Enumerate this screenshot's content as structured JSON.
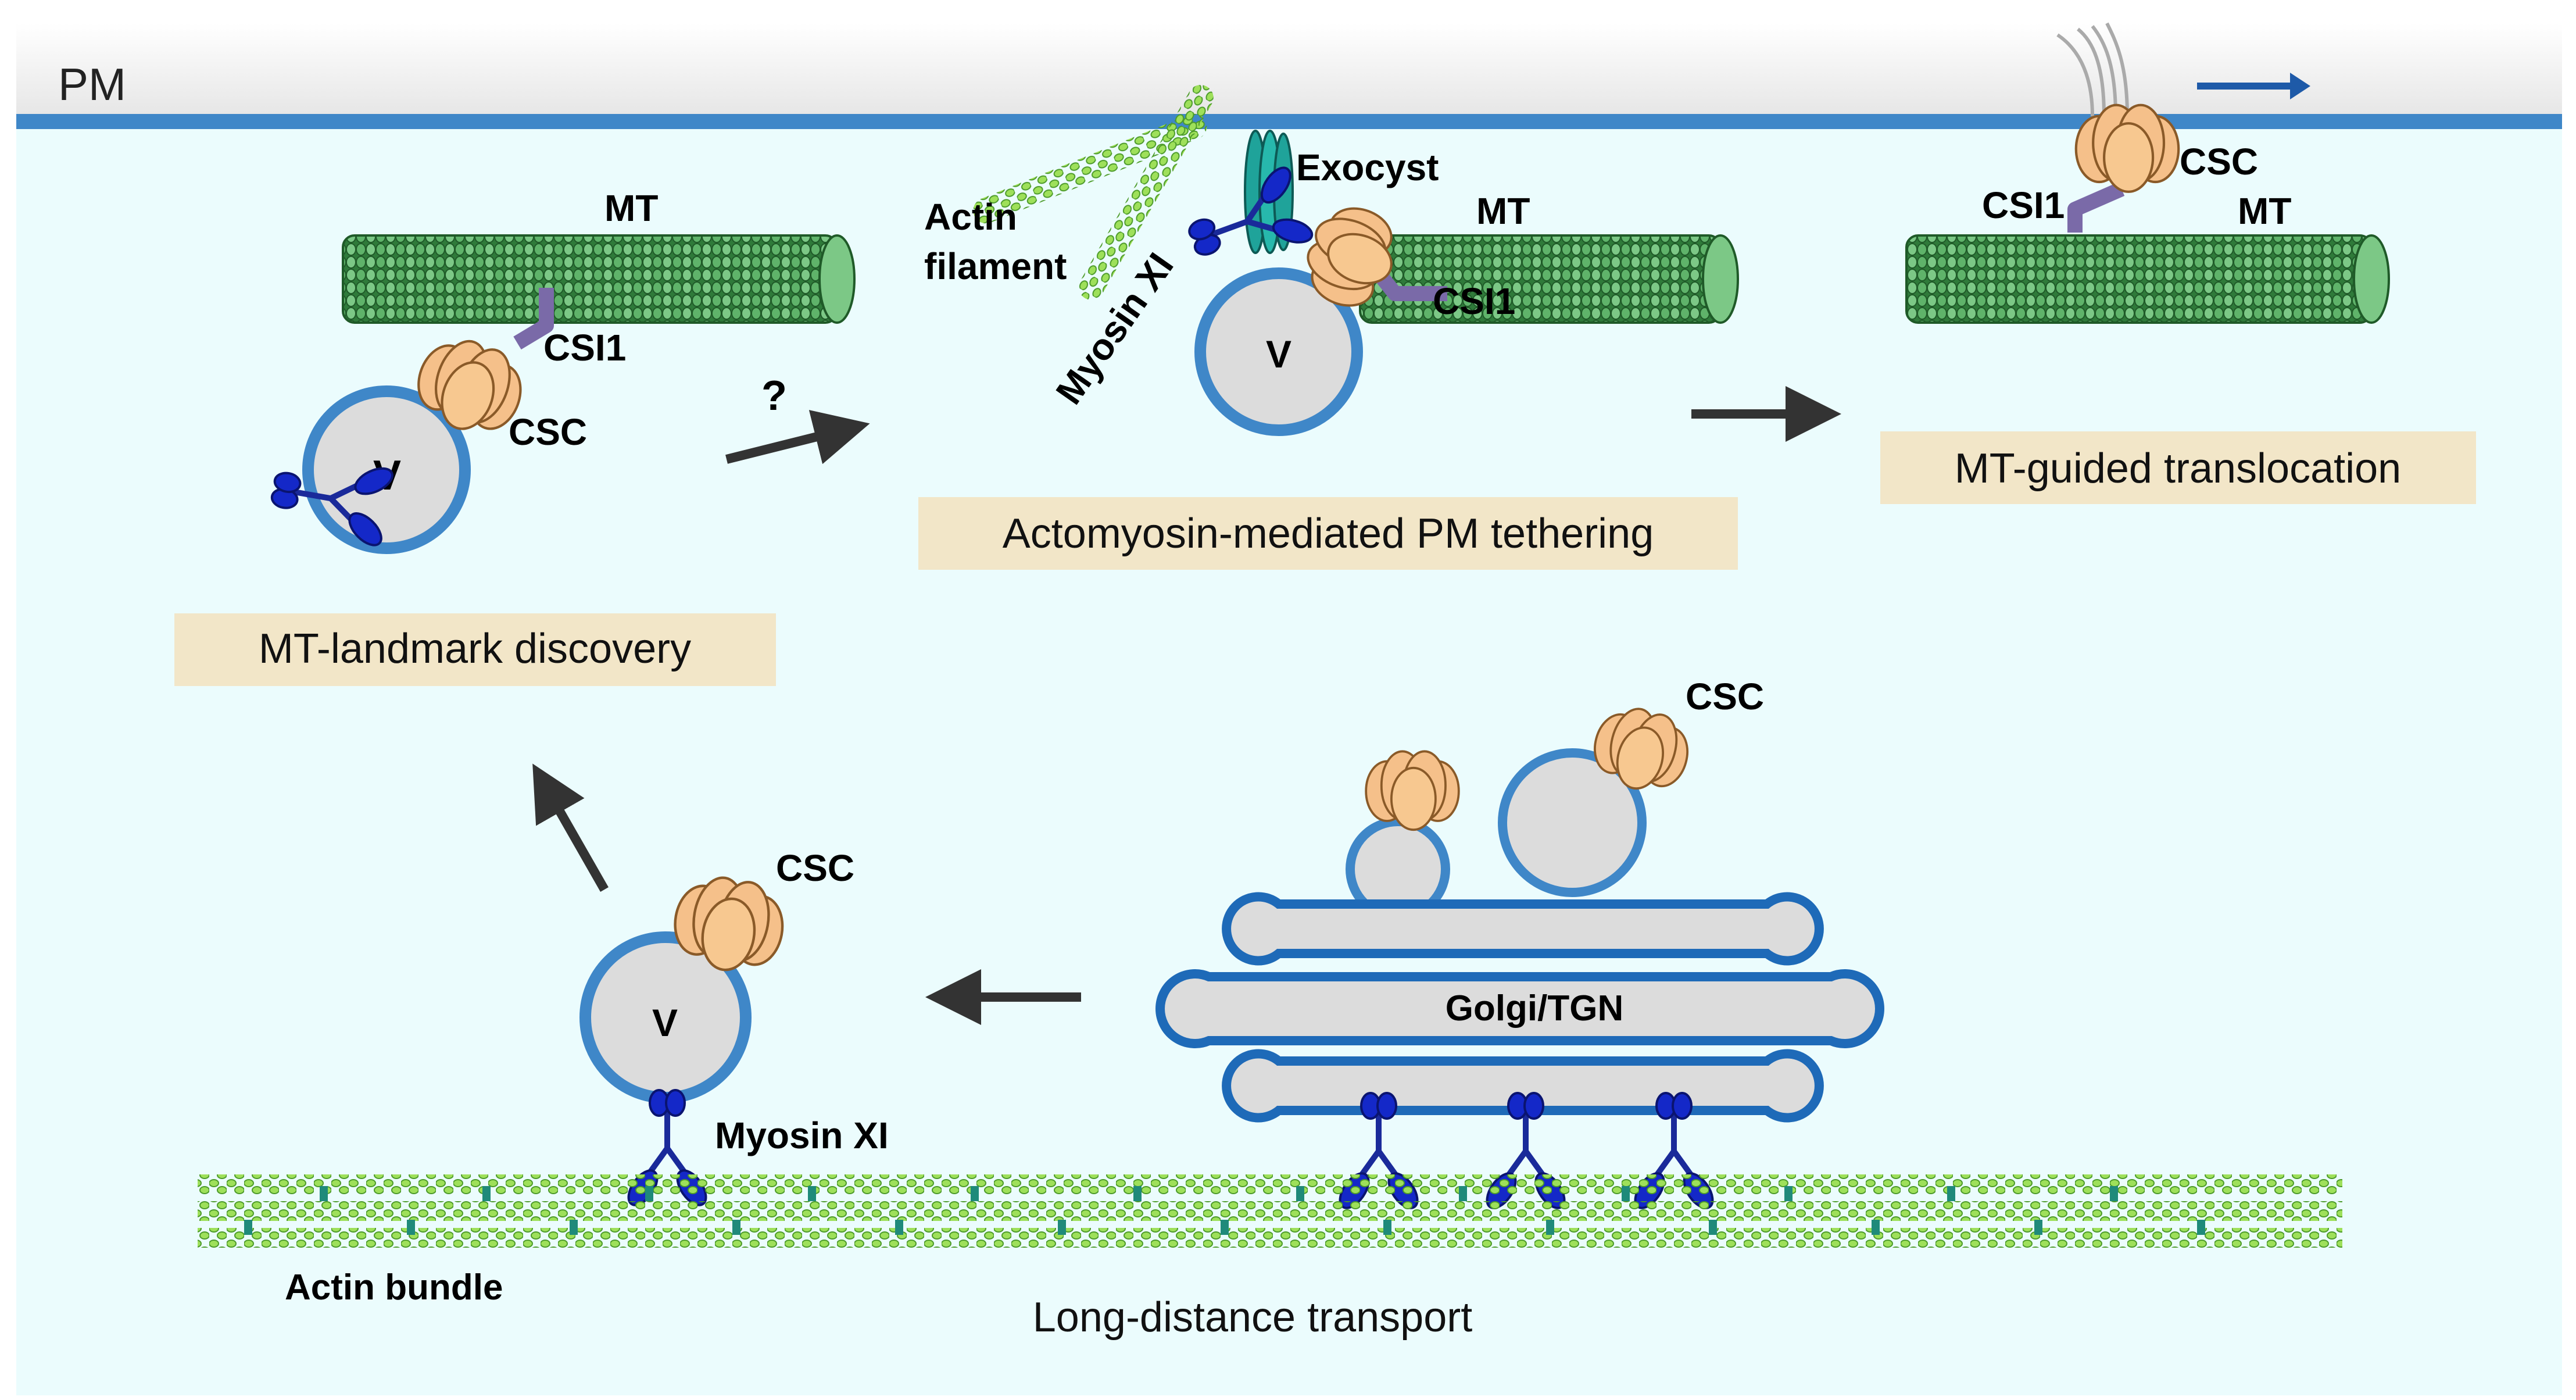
{
  "labels": {
    "pm": "PM",
    "mt_1": "MT",
    "mt_2": "MT",
    "mt_3": "MT",
    "csi1_1": "CSI1",
    "csi1_2": "CSI1",
    "csi1_3": "CSI1",
    "csc_1": "CSC",
    "csc_2": "CSC",
    "csc_3": "CSC",
    "csc_4": "CSC",
    "v_1": "V",
    "v_2": "V",
    "v_3": "V",
    "question": "?",
    "actin_filament_line1": "Actin",
    "actin_filament_line2": "filament",
    "exocyst": "Exocyst",
    "myosin_xi_1": "Myosin XI",
    "myosin_xi_2": "Myosin XI",
    "golgi": "Golgi/TGN",
    "actin_bundle": "Actin bundle"
  },
  "steps": {
    "discovery": "MT-landmark discovery",
    "tethering": "Actomyosin-mediated PM tethering",
    "translocation": "MT-guided translocation",
    "transport": "Long-distance transport"
  },
  "colors": {
    "background": "#ebfcfd",
    "membrane": "#3f87c8",
    "vesicle_fill": "#dcdcdc",
    "vesicle_stroke": "#3f87c8",
    "csc": "#f5c08a",
    "csi1": "#7a6aa8",
    "myosin": "#1428c8",
    "microtubule": "#3d8f4a",
    "actin": "#8fd45a",
    "exocyst": "#1fa39a",
    "label_box": "#f2e6c8",
    "arrow": "#333333"
  }
}
